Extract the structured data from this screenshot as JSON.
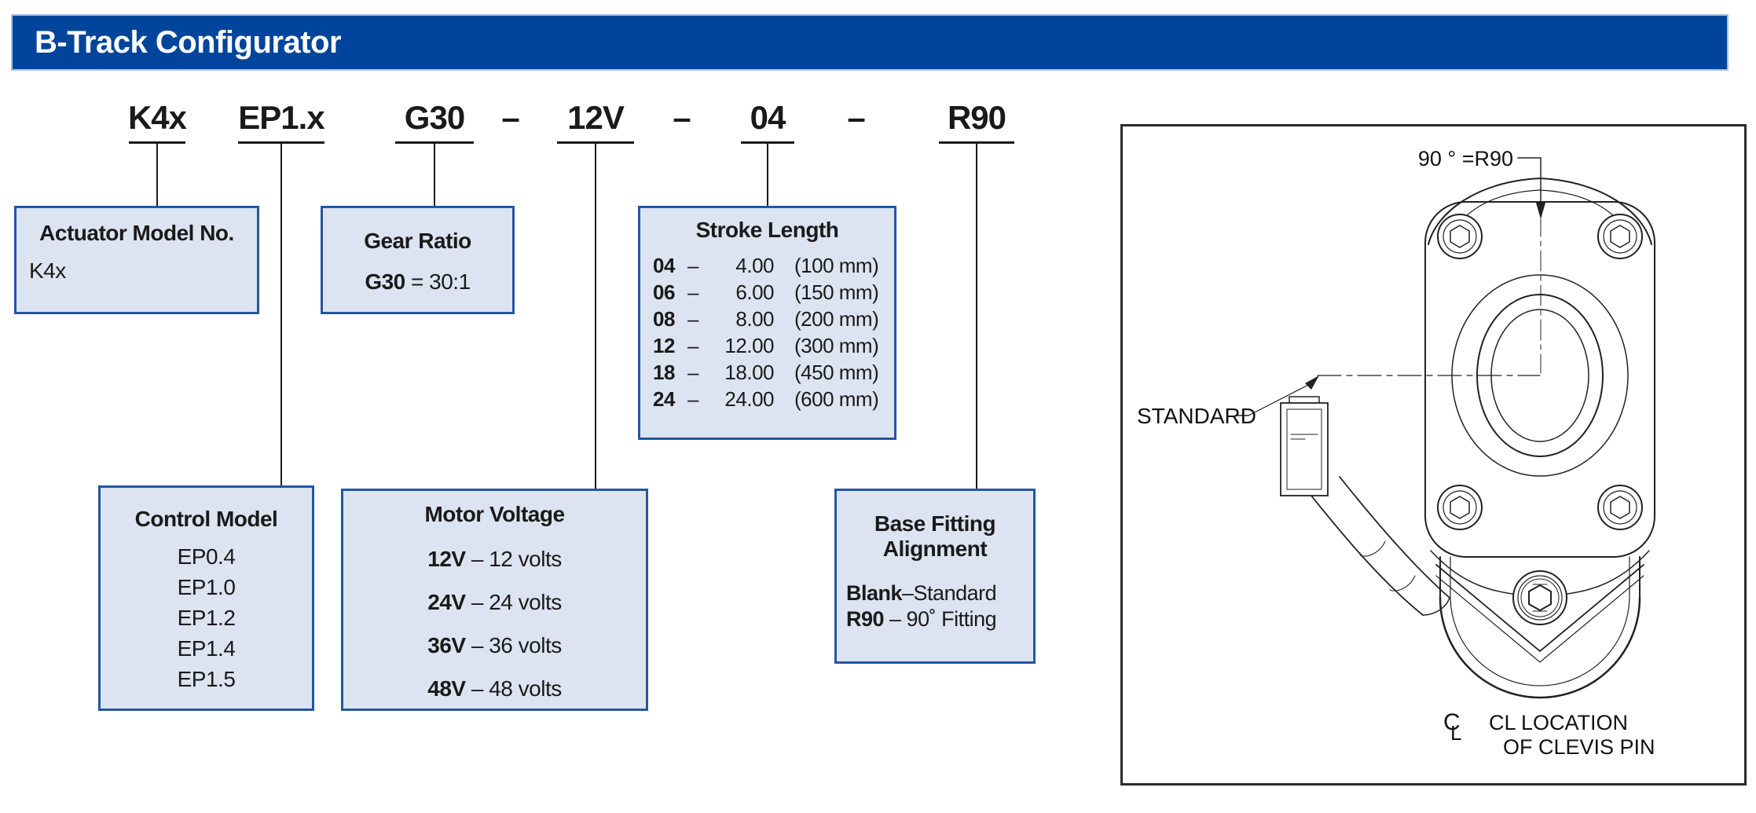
{
  "header": {
    "title": "B-Track Configurator"
  },
  "part_number": {
    "separator": "–",
    "segments": [
      {
        "code": "K4x"
      },
      {
        "code": "EP1.x"
      },
      {
        "code": "G30"
      },
      {
        "code": "12V"
      },
      {
        "code": "04"
      },
      {
        "code": "R90"
      }
    ]
  },
  "boxes": {
    "actuator_model": {
      "title": "Actuator Model No.",
      "value": "K4x"
    },
    "gear_ratio": {
      "title": "Gear Ratio",
      "code": "G30",
      "equals": "= 30:1"
    },
    "stroke_length": {
      "title": "Stroke Length",
      "rows": [
        {
          "code": "04",
          "dash": "–",
          "inches": "4.00",
          "metric": "(100 mm)"
        },
        {
          "code": "06",
          "dash": "–",
          "inches": "6.00",
          "metric": "(150 mm)"
        },
        {
          "code": "08",
          "dash": "–",
          "inches": "8.00",
          "metric": "(200 mm)"
        },
        {
          "code": "12",
          "dash": "–",
          "inches": "12.00",
          "metric": "(300 mm)"
        },
        {
          "code": "18",
          "dash": "–",
          "inches": "18.00",
          "metric": "(450 mm)"
        },
        {
          "code": "24",
          "dash": "–",
          "inches": "24.00",
          "metric": "(600 mm)"
        }
      ]
    },
    "control_model": {
      "title": "Control Model",
      "options": [
        "EP0.4",
        "EP1.0",
        "EP1.2",
        "EP1.4",
        "EP1.5"
      ]
    },
    "motor_voltage": {
      "title": "Motor Voltage",
      "options": [
        {
          "code": "12V",
          "desc": "– 12 volts"
        },
        {
          "code": "24V",
          "desc": "– 24 volts"
        },
        {
          "code": "36V",
          "desc": "– 36 volts"
        },
        {
          "code": "48V",
          "desc": "– 48 volts"
        }
      ]
    },
    "base_fitting": {
      "title_line1": "Base Fitting",
      "title_line2": "Alignment",
      "options": [
        {
          "code": "Blank",
          "desc": "–Standard"
        },
        {
          "code": "R90",
          "desc": " – 90˚ Fitting"
        }
      ]
    }
  },
  "drawing": {
    "r90_label": "90 ° =R90",
    "standard_label": "STANDARD",
    "cl_symbol_c": "C",
    "cl_symbol_l": "L",
    "cl_note_line1": "CL LOCATION",
    "cl_note_line2": "OF CLEVIS PIN"
  },
  "colors": {
    "header_blue": "#00459B",
    "box_fill": "#DCE4F1",
    "box_border": "#2456A3",
    "line_black": "#1A1A1A"
  }
}
